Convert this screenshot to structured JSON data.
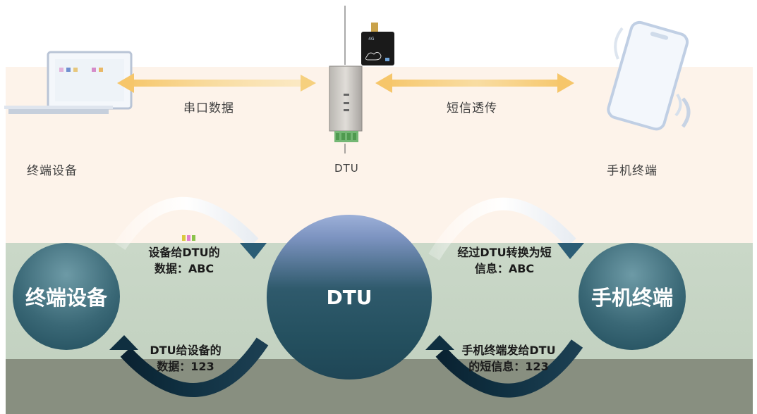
{
  "top_labels": {
    "serial_data": "串口数据",
    "sms_transparent": "短信透传"
  },
  "devices": {
    "terminal": "终端设备",
    "dtu": "DTU",
    "phone": "手机终端"
  },
  "circles": {
    "terminal": "终端设备",
    "dtu": "DTU",
    "phone": "手机终端"
  },
  "annotations": {
    "device_to_dtu": [
      "设备给DTU的",
      "数据：ABC"
    ],
    "dtu_to_phone": [
      "经过DTU转换为短",
      "信息：ABC"
    ],
    "dtu_to_device": [
      "DTU给设备的",
      "数据：123"
    ],
    "phone_to_dtu": [
      "手机终端发给DTU",
      "的短信息：123"
    ]
  },
  "colors": {
    "arrow_glow": "#f6c66a",
    "dark_arrow": "#0f2f40",
    "light_arrow": "#ffffff"
  },
  "icons": [
    "laptop-icon",
    "dtu-device-icon",
    "gsm-module-icon",
    "smartphone-icon"
  ]
}
